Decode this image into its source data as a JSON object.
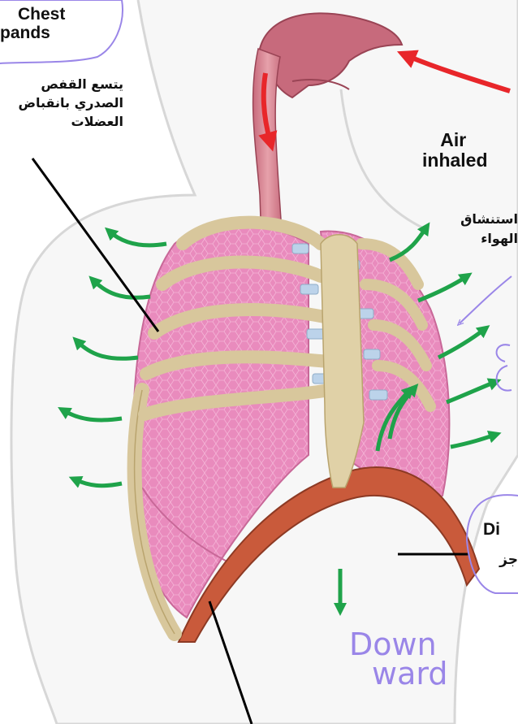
{
  "labels": {
    "chest_en_line1": "Chest",
    "chest_en_line2": "pands",
    "chest_ar_line1": "يتسع القفص",
    "chest_ar_line2": "الصدري بانقباض",
    "chest_ar_line3": "العضلات",
    "air_line1": "Air",
    "air_line2": "inhaled",
    "air_ar_line1": "استنشاق",
    "air_ar_line2": "الهواء",
    "diaphragm_en": "Di",
    "diaphragm_ar": "جز",
    "downward_line1": "Down",
    "downward_line2": "ward"
  },
  "colors": {
    "inhale_arrow": "#e8262a",
    "expansion_arrows": "#1fa34a",
    "lung": "#e98bbd",
    "rib": "#d8c79c",
    "cartilage": "#bcd3ea",
    "diaphragm": "#c95a3b",
    "body_outline": "#d7d7d7",
    "annotation_ink": "#9a86e8"
  }
}
